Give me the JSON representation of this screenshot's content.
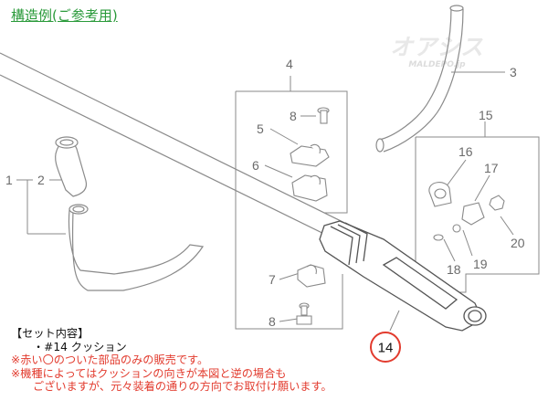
{
  "header": {
    "title": "構造例(ご参考用)"
  },
  "watermark": {
    "brand": "オアシス",
    "url": "MALDEPO.jp"
  },
  "parts": {
    "p1": "1",
    "p2": "2",
    "p3": "3",
    "p4": "4",
    "p5": "5",
    "p6": "6",
    "p7": "7",
    "p8a": "8",
    "p8b": "8",
    "p14": "14",
    "p15": "15",
    "p16": "16",
    "p17": "17",
    "p18": "18",
    "p19": "19",
    "p20": "20"
  },
  "notes": {
    "set_heading": "【セット内容】",
    "set_item": "・#14 クッション",
    "note1": "※赤い〇のついた部品のみの販売です。",
    "note2": "※機種によってはクッションの向きが本図と逆の場合も",
    "note3": "ございますが、元々装着の通りの方向でお取付け願います。"
  },
  "colors": {
    "title": "#2a9a3a",
    "highlight": "#e23b2e",
    "line": "#7a7a7a"
  }
}
